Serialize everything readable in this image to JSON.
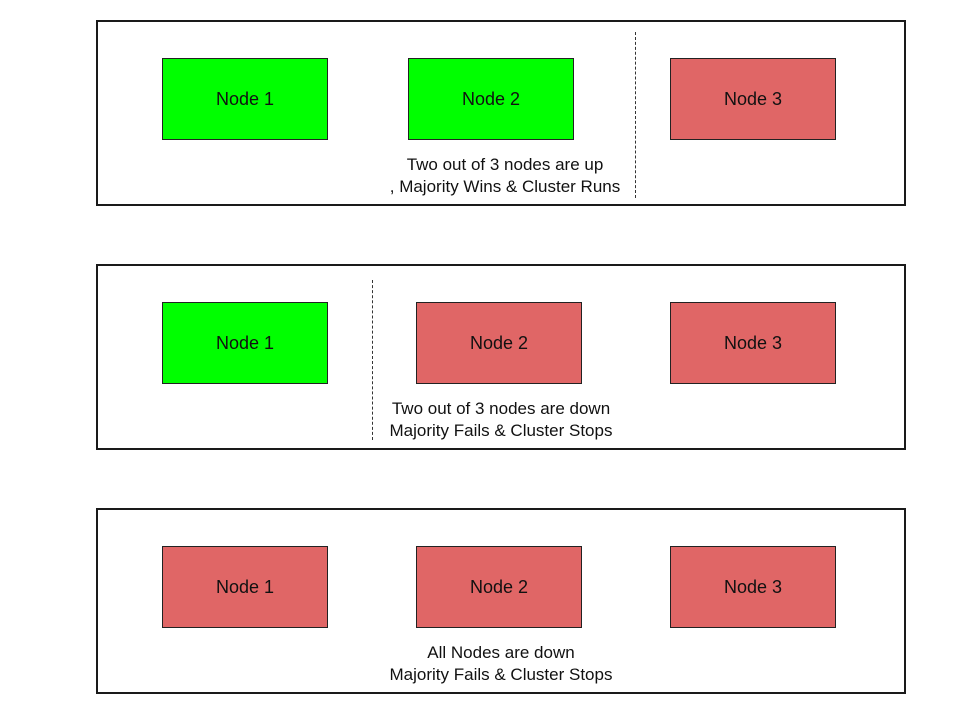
{
  "colors": {
    "node_up": "#00ff00",
    "node_down": "#e06666",
    "border": "#1a1a1a"
  },
  "panels": [
    {
      "nodes": [
        {
          "label": "Node 1",
          "status": "up"
        },
        {
          "label": "Node 2",
          "status": "up"
        },
        {
          "label": "Node 3",
          "status": "down"
        }
      ],
      "caption_line1": "Two out of 3 nodes are up",
      "caption_line2": ", Majority Wins & Cluster Runs"
    },
    {
      "nodes": [
        {
          "label": "Node 1",
          "status": "up"
        },
        {
          "label": "Node 2",
          "status": "down"
        },
        {
          "label": "Node 3",
          "status": "down"
        }
      ],
      "caption_line1": "Two out of 3 nodes are down",
      "caption_line2": "Majority Fails & Cluster Stops"
    },
    {
      "nodes": [
        {
          "label": "Node 1",
          "status": "down"
        },
        {
          "label": "Node 2",
          "status": "down"
        },
        {
          "label": "Node 3",
          "status": "down"
        }
      ],
      "caption_line1": "All Nodes are down",
      "caption_line2": "Majority Fails & Cluster Stops"
    }
  ]
}
